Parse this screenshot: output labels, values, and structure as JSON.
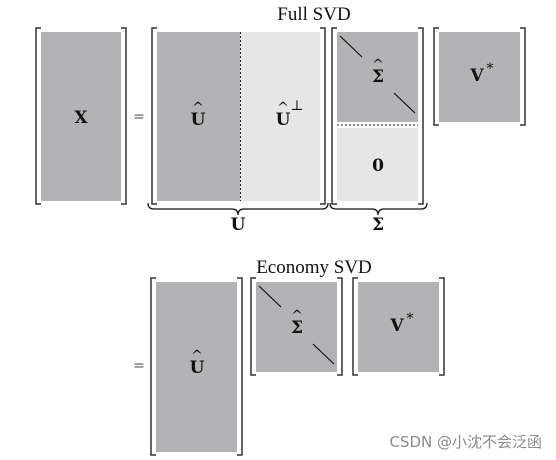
{
  "full_svd": {
    "title": "Full SVD",
    "x_label": "X",
    "equals": "=",
    "u_hat_label": "U",
    "u_hat_perp_label": "U",
    "perp_mark": "⊥",
    "sigma_hat_label": "Σ",
    "zero_label": "0",
    "v_star_label": "V",
    "star_mark": "*",
    "u_brace_label": "U",
    "sigma_brace_label": "Σ",
    "hat_mark": "^"
  },
  "economy_svd": {
    "title": "Economy SVD",
    "equals": "=",
    "u_hat_label": "U",
    "sigma_hat_label": "Σ",
    "v_star_label": "V",
    "star_mark": "*",
    "hat_mark": "^"
  },
  "watermark": "CSDN @小沈不会泛函",
  "colors": {
    "dark_block": "#b3b3b5",
    "light_block": "#e6e6e7",
    "bracket": "#333333",
    "text": "#111111"
  }
}
